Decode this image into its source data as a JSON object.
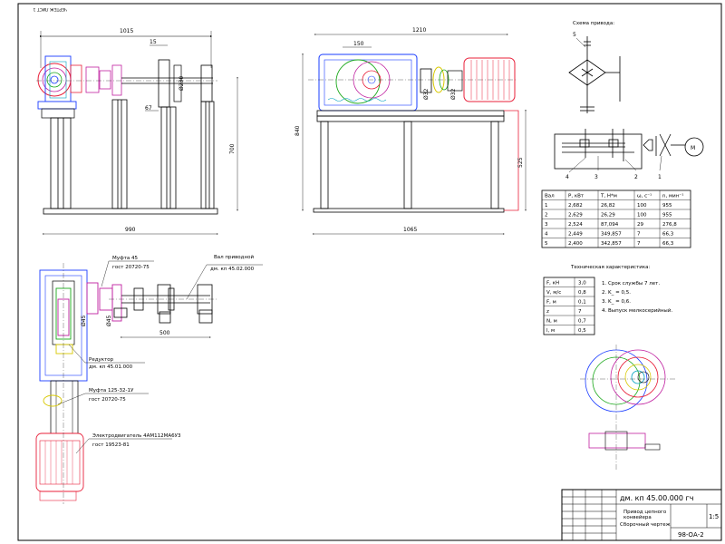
{
  "corner_stamp": "ЧЕРТЕЖ ЛИСТ 1",
  "front_view": {
    "dims": {
      "overall": "1015",
      "shaft": "15",
      "bore": "Ø230",
      "thick": "67",
      "height": "700",
      "base": "990"
    }
  },
  "side_view": {
    "dims": {
      "overall": "1210",
      "left": "150",
      "d1": "Ø32",
      "d2": "Ø32",
      "height": "840",
      "leg": "525",
      "base": "1065"
    }
  },
  "scheme": {
    "title": "Схема привода:",
    "numbers": [
      "5",
      "4",
      "3",
      "2",
      "1"
    ],
    "motor": "M",
    "table": {
      "headers": [
        "Вал",
        "P, кВт",
        "T, Н*м",
        "ω, с⁻¹",
        "n, мин⁻¹"
      ],
      "rows": [
        [
          "1",
          "2,682",
          "26,82",
          "100",
          "955"
        ],
        [
          "2",
          "2,629",
          "26,29",
          "100",
          "955"
        ],
        [
          "3",
          "2,524",
          "87,094",
          "29",
          "276,8"
        ],
        [
          "4",
          "2,449",
          "349,857",
          "7",
          "66,3"
        ],
        [
          "5",
          "2,400",
          "342,857",
          "7",
          "66,3"
        ]
      ]
    }
  },
  "tech": {
    "title": "Техническая характеристика:",
    "params": [
      [
        "F, кН",
        "3,0"
      ],
      [
        "V, м/с",
        "0,8"
      ],
      [
        "F, м",
        "0,1"
      ],
      [
        "z",
        "7"
      ],
      [
        "N, м",
        "0,7"
      ],
      [
        "l, м",
        "0,5"
      ]
    ],
    "notes": [
      "1. Срок службы 7 лет.",
      "2. K_ = 0,5.",
      "3. K_ = 0,6.",
      "4. Выпуск мелкосерийный."
    ]
  },
  "plan_view": {
    "callouts": [
      {
        "line1": "Муфта 45",
        "line2": "гост 20720-75"
      },
      {
        "line1": "Вал приводной",
        "line2": "дм. кп 45.02.000"
      },
      {
        "line1": "Редуктор",
        "line2": "дм. кп 45.01.000"
      },
      {
        "line1": "Муфта 125-32-1У",
        "line2": "гост 20720-75"
      },
      {
        "line1": "Электродвигатель 4АМ112МА6У3",
        "line2": "гост 19523-81"
      }
    ],
    "dims": {
      "len": "500",
      "d1": "Ø45",
      "d2": "Ø45"
    }
  },
  "title_block": {
    "code": "дм. кп 45.00.000 гч",
    "name_line1": "Привод цепного",
    "name_line2": "конвейера",
    "subtitle": "Сборочный чертеж",
    "scale": "1:5",
    "group": "98-ОА-2"
  },
  "colors": {
    "blue": "#1a3cff",
    "red": "#e8203a",
    "magenta": "#c020a0",
    "green": "#1aa81a",
    "yellow": "#d8c800",
    "cyan": "#00a0c0",
    "ink": "#000000"
  }
}
